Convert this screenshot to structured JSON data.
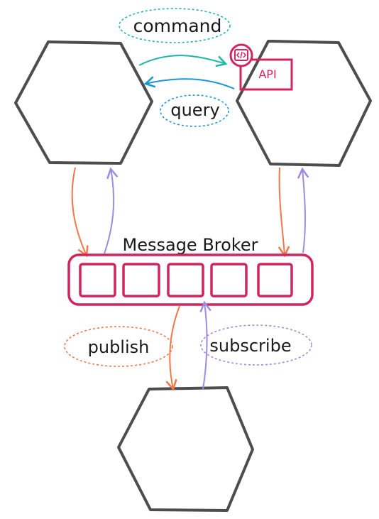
{
  "labels": {
    "command": "command",
    "query": "query",
    "api": "API",
    "broker": "Message Broker",
    "publish": "publish",
    "subscribe": "subscribe"
  },
  "colors": {
    "hexagon": "#4d4d4d",
    "broker": "#d0255f",
    "command": "#1bb7a7",
    "query": "#1a96d4",
    "publish": "#f0784a",
    "subscribe": "#9d8be0",
    "text": "#1a1a1a"
  },
  "icons": {
    "api": "code-icon"
  }
}
